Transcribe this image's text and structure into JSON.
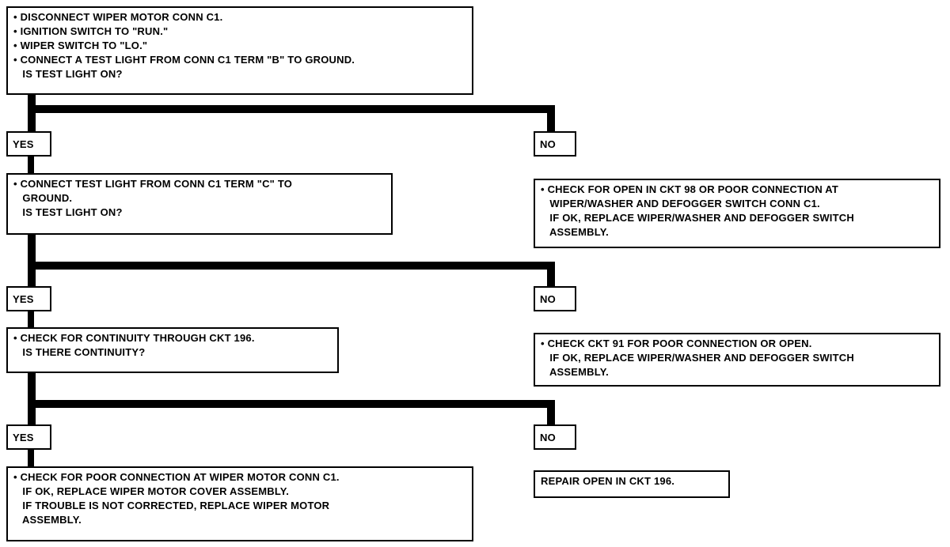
{
  "steps": {
    "s1": [
      "• DISCONNECT WIPER MOTOR CONN C1.",
      "• IGNITION SWITCH TO \"RUN.\"",
      "• WIPER SWITCH TO \"LO.\"",
      "• CONNECT A TEST LIGHT FROM CONN C1 TERM \"B\" TO GROUND.",
      "   IS TEST LIGHT ON?"
    ],
    "s2": [
      "• CONNECT TEST LIGHT FROM CONN C1 TERM \"C\" TO",
      "   GROUND.",
      "   IS TEST LIGHT ON?"
    ],
    "s2_no": [
      "• CHECK FOR OPEN IN CKT 98 OR POOR CONNECTION AT",
      "   WIPER/WASHER AND DEFOGGER SWITCH CONN C1.",
      "   IF OK, REPLACE WIPER/WASHER AND DEFOGGER SWITCH",
      "   ASSEMBLY."
    ],
    "s3": [
      "• CHECK FOR CONTINUITY THROUGH CKT 196.",
      "   IS THERE CONTINUITY?"
    ],
    "s3_no": [
      "• CHECK CKT 91 FOR POOR CONNECTION OR OPEN.",
      "   IF OK, REPLACE WIPER/WASHER AND DEFOGGER SWITCH",
      "   ASSEMBLY."
    ],
    "s4": [
      "• CHECK FOR POOR CONNECTION AT WIPER MOTOR CONN C1.",
      "   IF OK, REPLACE WIPER MOTOR COVER ASSEMBLY.",
      "   IF TROUBLE IS NOT CORRECTED, REPLACE WIPER MOTOR",
      "   ASSEMBLY."
    ],
    "s4_no": [
      "REPAIR OPEN IN CKT 196."
    ]
  },
  "labels": {
    "yes": "YES",
    "no": "NO"
  }
}
